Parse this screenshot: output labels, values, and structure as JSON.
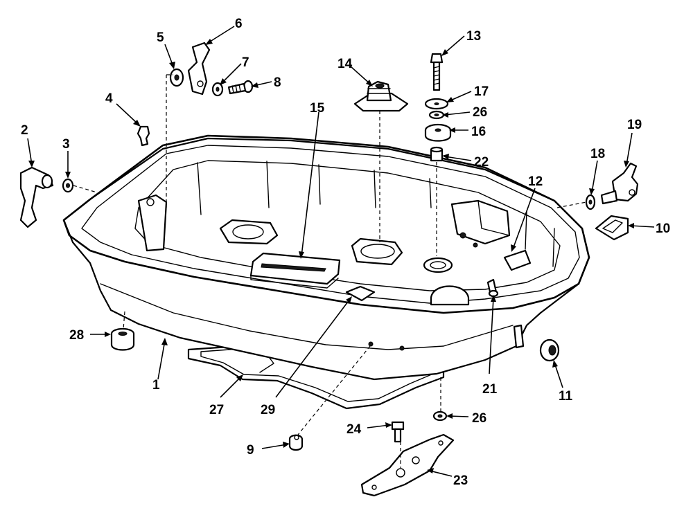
{
  "diagram": {
    "callouts": [
      {
        "id": "1",
        "label": "1"
      },
      {
        "id": "2",
        "label": "2"
      },
      {
        "id": "3",
        "label": "3"
      },
      {
        "id": "4",
        "label": "4"
      },
      {
        "id": "5",
        "label": "5"
      },
      {
        "id": "6",
        "label": "6"
      },
      {
        "id": "7",
        "label": "7"
      },
      {
        "id": "8",
        "label": "8"
      },
      {
        "id": "9",
        "label": "9"
      },
      {
        "id": "10",
        "label": "10"
      },
      {
        "id": "11",
        "label": "11"
      },
      {
        "id": "12",
        "label": "12"
      },
      {
        "id": "13",
        "label": "13"
      },
      {
        "id": "14",
        "label": "14"
      },
      {
        "id": "15",
        "label": "15"
      },
      {
        "id": "16",
        "label": "16"
      },
      {
        "id": "17",
        "label": "17"
      },
      {
        "id": "18",
        "label": "18"
      },
      {
        "id": "19",
        "label": "19"
      },
      {
        "id": "21",
        "label": "21"
      },
      {
        "id": "22",
        "label": "22"
      },
      {
        "id": "23",
        "label": "23"
      },
      {
        "id": "24",
        "label": "24"
      },
      {
        "id": "26a",
        "label": "26"
      },
      {
        "id": "26b",
        "label": "26"
      },
      {
        "id": "27",
        "label": "27"
      },
      {
        "id": "28",
        "label": "28"
      },
      {
        "id": "29",
        "label": "29"
      }
    ]
  }
}
